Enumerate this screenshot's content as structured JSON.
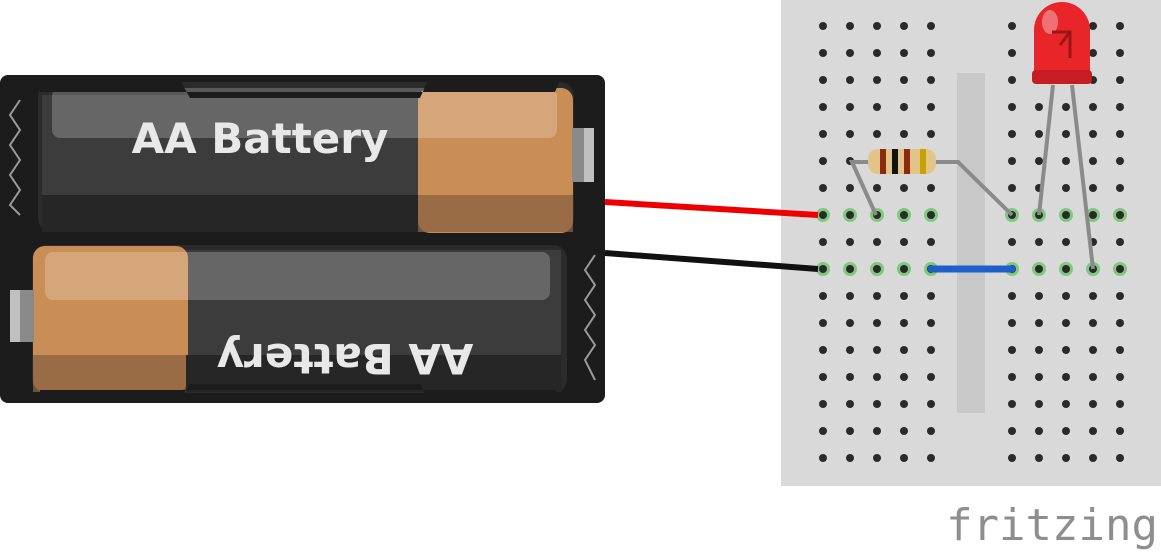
{
  "battery_holder": {
    "cells": [
      {
        "label": "AA Battery",
        "orientation": "normal"
      },
      {
        "label": "AA Battery",
        "orientation": "flipped"
      }
    ],
    "colors": {
      "case": "#1c1c1c",
      "cell_body": "#3a3a3a",
      "cell_band": "#c98e55",
      "terminal": "#8a8a8a"
    }
  },
  "wires": {
    "positive_color": "#ee0000",
    "negative_color": "#111111",
    "jumper_color": "#1f5fc8"
  },
  "breadboard": {
    "color": "#d9d9d9",
    "hole_color": "#2a2a2a",
    "highlight_color": "#7fc97f"
  },
  "components": {
    "resistor": {
      "band_colors": [
        "#8b2a10",
        "#111111",
        "#8b2a10",
        "#c8a200"
      ]
    },
    "led": {
      "color": "#e8262a"
    }
  },
  "logo": {
    "text": "fritzing"
  }
}
